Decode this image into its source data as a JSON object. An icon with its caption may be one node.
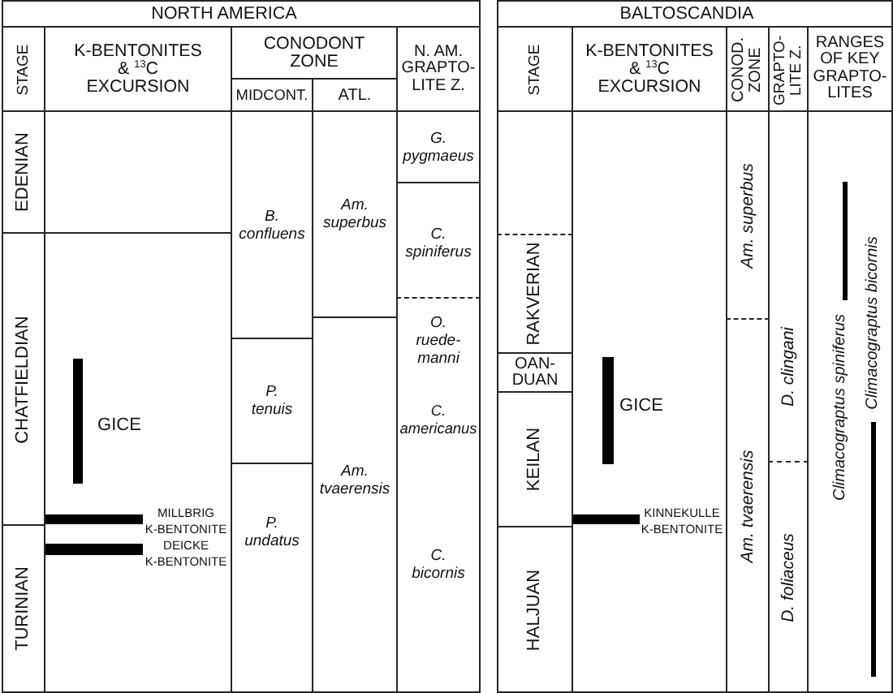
{
  "diagram": {
    "nodes": [
      {
        "text": [
          "NORTH AMERICA"
        ]
      },
      {
        "text": [
          "STAGE"
        ],
        "in": 0
      },
      {
        "text": [
          "K-BENTONITES & $^{13}$C EXCURSION"
        ],
        "in": 0
      },
      {
        "text": [
          "CONODONT ZONE"
        ],
        "in": 0
      },
      {
        "text": [
          "MIDCONT."
        ],
        "in": 0
      },
      {
        "text": [
          "ATL."
        ],
        "in": 0
      },
      {
        "text": [
          "N. AM. GRAPTO- LITE Z."
        ],
        "in": 0
      },
      {
        "text": [
          "EDENIAN"
        ],
        "in": 0
      },
      {
        "text": [
          "CHATFIELDIAN"
        ],
        "in": 0
      },
      {
        "text": [
          "TURINIAN"
        ],
        "in": 0
      },
      {
        "text": [
          "B. confluens"
        ],
        "in": 0
      },
      {
        "text": [
          "P. tenuis"
        ],
        "in": 0
      },
      {
        "text": [
          "P. undatus"
        ],
        "in": 0
      },
      {
        "text": [
          "Am. superbus"
        ],
        "in": 0
      },
      {
        "text": [
          "Am. tvaerensis"
        ],
        "in": 0
      },
      {
        "text": [
          "G. pygmaeus"
        ],
        "in": 0
      },
      {
        "text": [
          "C. spiniferus"
        ],
        "in": 0
      },
      {
        "text": [
          "O. ruede- manni",
          "C. americanus",
          "C. bicornis"
        ],
        "in": 0
      },
      {
        "text": [
          "BALTOSCANDIA"
        ]
      },
      {
        "text": [
          "STAGE"
        ],
        "in": 18
      },
      {
        "text": [
          "K-BENTONITES & $^{13}$C EXCURSION"
        ],
        "in": 18
      },
      {
        "text": [
          "CONOD. ZONE"
        ],
        "in": 18
      },
      {
        "text": [
          "GRAPTO- LITE Z."
        ],
        "in": 18
      },
      {
        "text": [
          "RANGES OF KEY GRAPTO- LITES"
        ],
        "in": 18
      },
      {
        "text": [
          "RAKVERIAN"
        ],
        "in": 18
      },
      {
        "text": [
          "OAN- DUAN"
        ],
        "in": 18
      },
      {
        "text": [
          "KEILAN"
        ],
        "in": 18
      },
      {
        "text": [
          "HALJUAN"
        ],
        "in": 18
      },
      {
        "text": [
          "Am. superbus"
        ],
        "in": 18
      },
      {
        "text": [
          "Am. tvaerensis"
        ],
        "in": 18
      },
      {
        "text": [
          "D. clingani"
        ],
        "in": 18
      },
      {
        "text": [
          "D. foliaceus"
        ],
        "in": 18
      }
    ],
    "labels": [
      "GICE",
      "MILLBRIG K-BENTONITE",
      "DEICKE K-BENTONITE",
      "GICE",
      "KINNEKULLE K-BENTONITE",
      "Climacograptus spiniferus",
      "Climacograptus bicornis"
    ]
  }
}
